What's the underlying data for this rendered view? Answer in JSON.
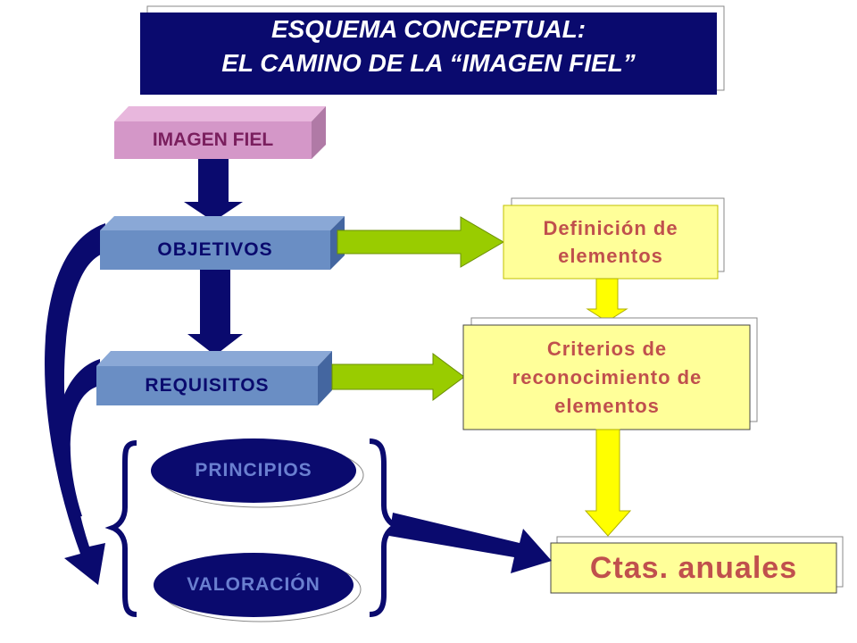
{
  "title": {
    "line1": "ESQUEMA CONCEPTUAL:",
    "line2": "EL CAMINO DE LA “IMAGEN FIEL”"
  },
  "nodes": {
    "imagen_fiel": "IMAGEN FIEL",
    "objetivos": "OBJETIVOS",
    "requisitos": "REQUISITOS",
    "principios": "PRINCIPIOS",
    "valoracion": "VALORACIÓN",
    "definicion": "Definición de elementos",
    "criterios": "Criterios de reconocimiento de elementos",
    "ctas_anuales": "Ctas. anuales"
  },
  "colors": {
    "navy": "#0a0a6e",
    "steel_blue": "#6a8ec4",
    "pink": "#d497c8",
    "yellow_box": "#ffff99",
    "green_arrow": "#99cc00",
    "yellow_arrow": "#ffff00",
    "label_red": "#c0504d"
  }
}
